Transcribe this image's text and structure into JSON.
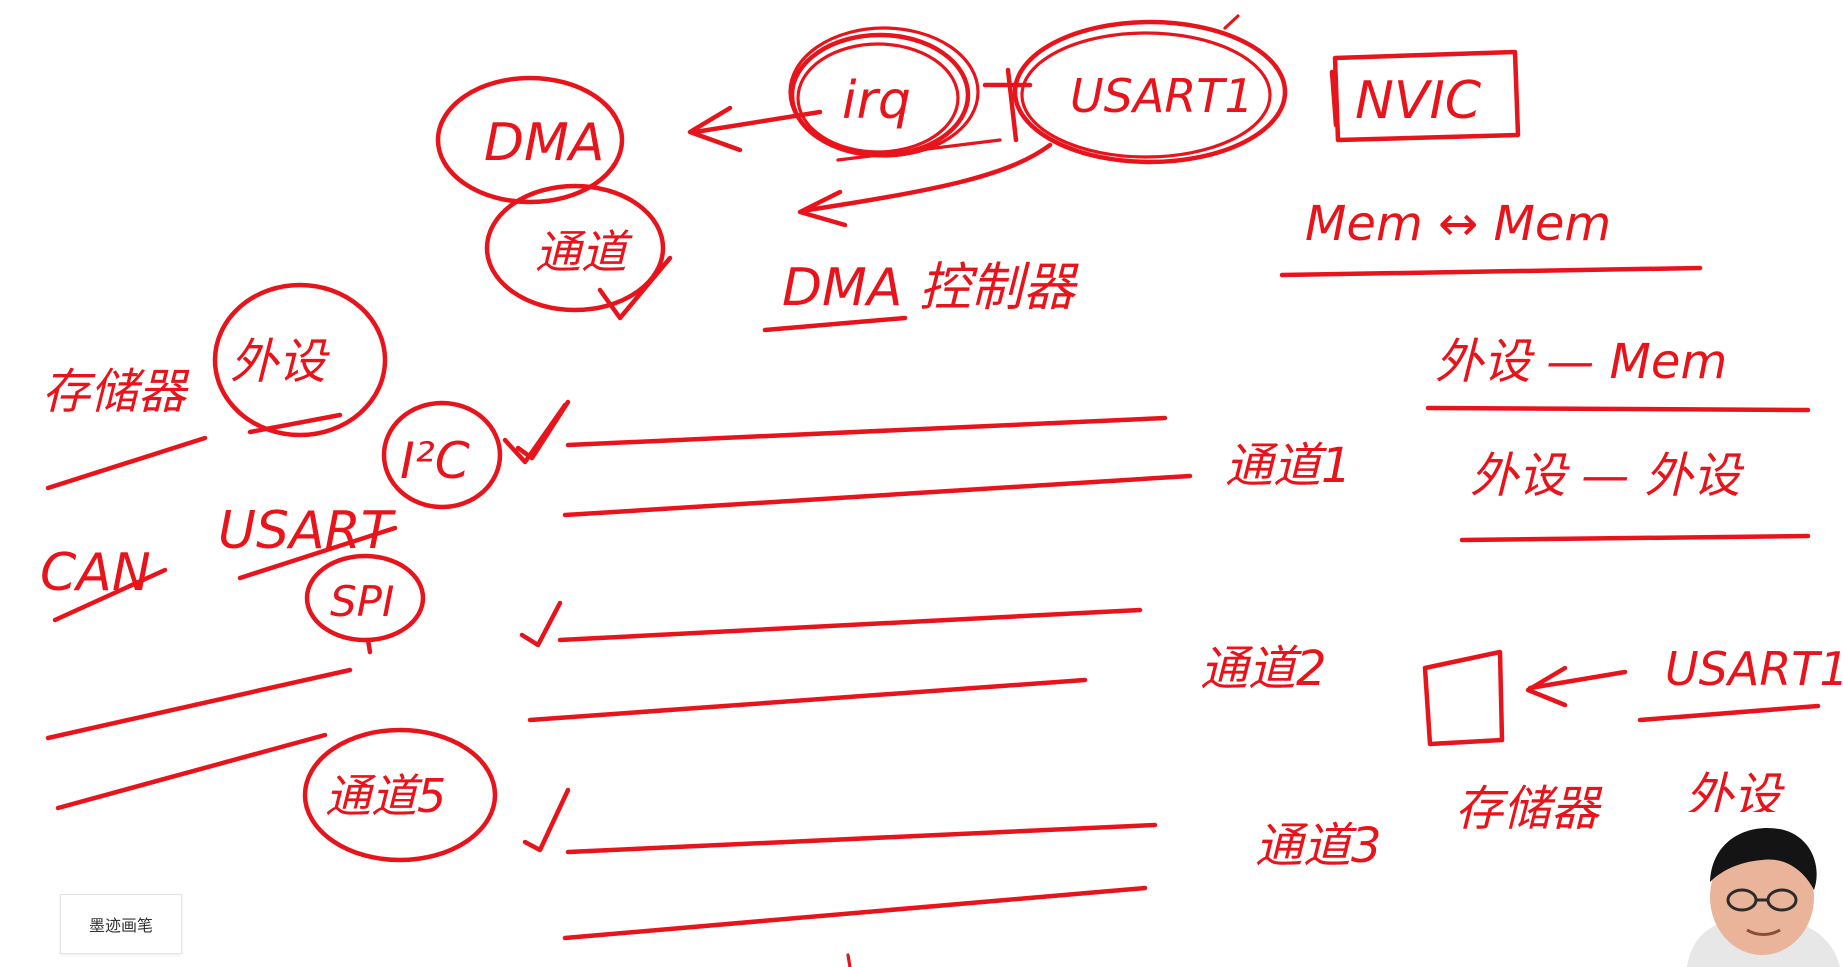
{
  "labels": {
    "dma": "DMA",
    "channel": "通道",
    "irq": "irq",
    "usart1_top": "USART1",
    "nvic": "NVIC",
    "mem_mem": "Mem ↔ Mem",
    "dma_controller": "DMA 控制器",
    "memory_left": "存储器",
    "peripheral_left": "外设",
    "i2c": "I²C",
    "can": "CAN",
    "usart": "USART",
    "spi": "SPI",
    "channel5": "通道5",
    "channel1": "通道1",
    "channel2": "通道2",
    "channel3": "通道3",
    "periph_mem": "外设 — Mem",
    "periph_periph": "外设 — 外设",
    "usart1_right": "USART1",
    "memory_bottom": "存储器",
    "peripheral_bottom": "外设"
  },
  "toolbar": {
    "ink_pen_label": "墨迹画笔"
  },
  "colors": {
    "ink": "#e8141c",
    "background": "#ffffff"
  }
}
